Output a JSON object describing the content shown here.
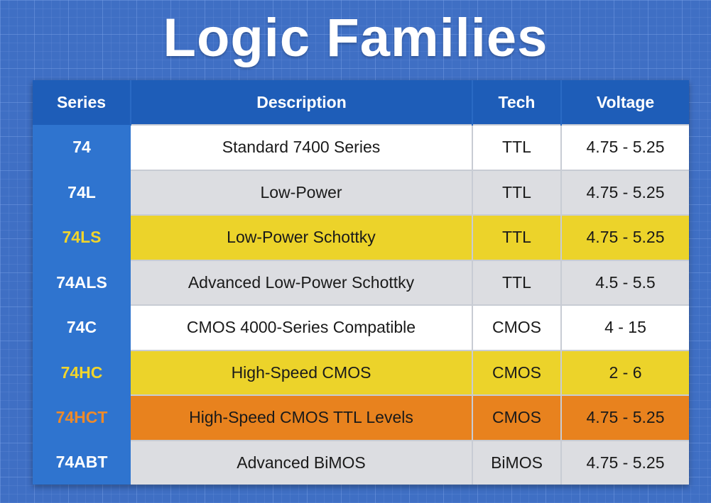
{
  "title": "Logic Families",
  "table": {
    "headers": [
      "Series",
      "Description",
      "Tech",
      "Voltage"
    ],
    "rows": [
      {
        "series": "74",
        "description": "Standard 7400 Series",
        "tech": "TTL",
        "voltage": "4.75 - 5.25",
        "highlight": "white"
      },
      {
        "series": "74L",
        "description": "Low-Power",
        "tech": "TTL",
        "voltage": "4.75 - 5.25",
        "highlight": "gray"
      },
      {
        "series": "74LS",
        "description": "Low-Power Schottky",
        "tech": "TTL",
        "voltage": "4.75 - 5.25",
        "highlight": "yellow"
      },
      {
        "series": "74ALS",
        "description": "Advanced Low-Power Schottky",
        "tech": "TTL",
        "voltage": "4.5 - 5.5",
        "highlight": "gray"
      },
      {
        "series": "74C",
        "description": "CMOS 4000-Series Compatible",
        "tech": "CMOS",
        "voltage": "4 - 15",
        "highlight": "white"
      },
      {
        "series": "74HC",
        "description": "High-Speed CMOS",
        "tech": "CMOS",
        "voltage": "2 - 6",
        "highlight": "yellow"
      },
      {
        "series": "74HCT",
        "description": "High-Speed CMOS TTL Levels",
        "tech": "CMOS",
        "voltage": "4.75 - 5.25",
        "highlight": "orange"
      },
      {
        "series": "74ABT",
        "description": "Advanced BiMOS",
        "tech": "BiMOS",
        "voltage": "4.75 - 5.25",
        "highlight": "gray"
      }
    ]
  },
  "colors": {
    "background": "#3f6fc4",
    "header": "#1e5db8",
    "series_column": "#2f74cf",
    "highlight_yellow": "#ecd32a",
    "highlight_orange": "#e8821e"
  }
}
